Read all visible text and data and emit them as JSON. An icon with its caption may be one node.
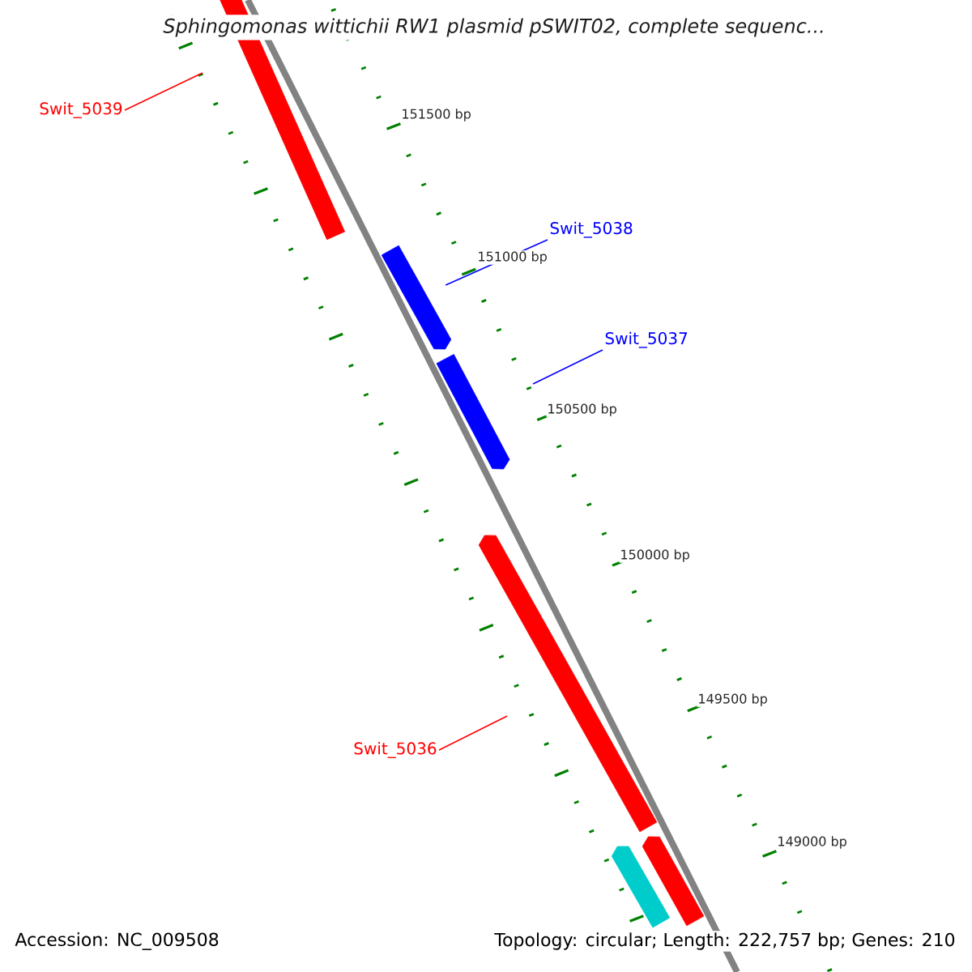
{
  "diagram": {
    "title": "Sphingomonas wittichii RW1 plasmid pSWIT02, complete sequenc...",
    "nodes": [
      {
        "text": [
          "Swit_5039"
        ]
      },
      {
        "text": [],
        "shape": "bar"
      },
      {
        "text": [
          "Swit_5038"
        ]
      },
      {
        "text": [],
        "shape": "bar"
      },
      {
        "text": [
          "Swit_5037"
        ]
      },
      {
        "text": [],
        "shape": "bar"
      },
      {
        "text": [
          "Swit_5036"
        ]
      },
      {
        "text": [],
        "shape": "bar"
      },
      {
        "text": [],
        "shape": "bar"
      },
      {
        "text": [],
        "shape": "bar"
      }
    ],
    "edges": [
      {
        "from": 0,
        "to": 1,
        "arrow": "none",
        "color": "#ff0000"
      },
      {
        "from": 2,
        "to": 3,
        "arrow": "none",
        "color": "#0000ff"
      },
      {
        "from": 4,
        "to": 5,
        "arrow": "none",
        "color": "#0000ff"
      },
      {
        "from": 6,
        "to": 7,
        "arrow": "none",
        "color": "#ff0000"
      }
    ],
    "labels": [
      "151500 bp",
      "151000 bp",
      "150500 bp",
      "150000 bp",
      "149500 bp",
      "149000 bp",
      "Accession: NC_009508",
      "Topology: circular; Length: 222,757 bp; Genes: 210"
    ]
  }
}
